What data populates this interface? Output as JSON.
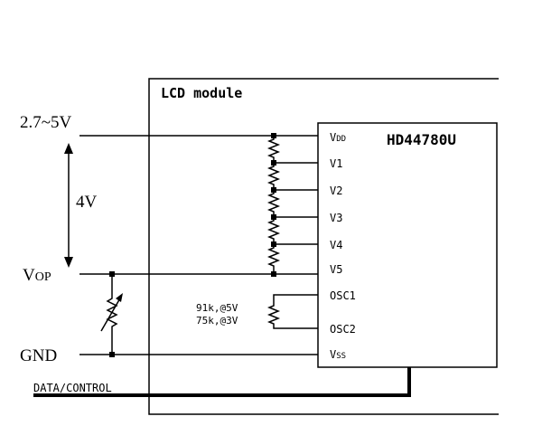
{
  "module": {
    "title": "LCD module",
    "chip_name": "HD44780U"
  },
  "supply": {
    "vcc_label": "2.7~5V",
    "span_label": "4V",
    "vop_label_main": "V",
    "vop_label_sub": "OP",
    "gnd_label": "GND"
  },
  "pins": [
    {
      "main": "V",
      "sub": "DD"
    },
    {
      "main": "V1",
      "sub": ""
    },
    {
      "main": "V2",
      "sub": ""
    },
    {
      "main": "V3",
      "sub": ""
    },
    {
      "main": "V4",
      "sub": ""
    },
    {
      "main": "V5",
      "sub": ""
    },
    {
      "main": "OSC1",
      "sub": ""
    },
    {
      "main": "OSC2",
      "sub": ""
    },
    {
      "main": "V",
      "sub": "SS"
    }
  ],
  "oscillator": {
    "line1": "91k,@5V",
    "line2": "75k,@3V"
  },
  "bus": {
    "label": "DATA/CONTROL"
  }
}
